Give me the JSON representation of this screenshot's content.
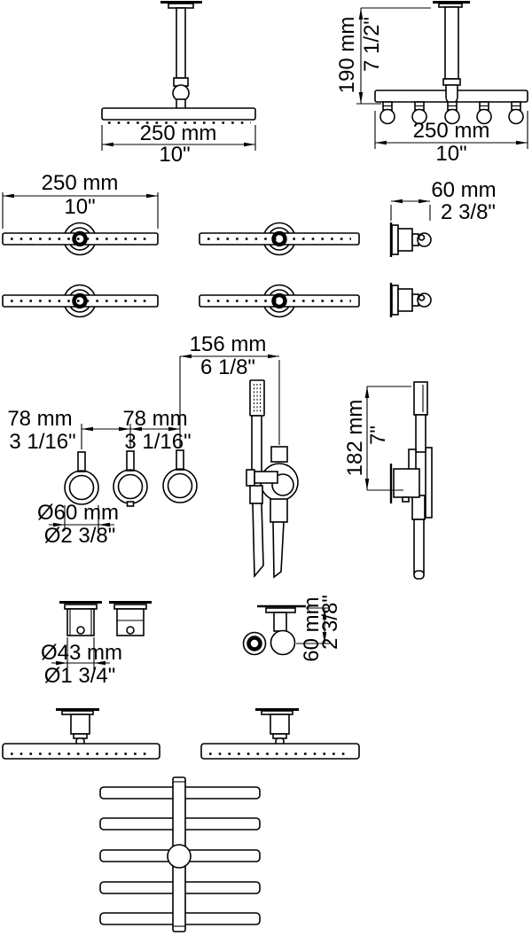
{
  "document": {
    "type": "technical-dimension-drawing",
    "subject": "shower system components",
    "background_color": "#ffffff",
    "line_color": "#000000"
  },
  "figures": {
    "ceiling_showerhead_front": {
      "width_mm": "250 mm",
      "width_in": "10\""
    },
    "ceiling_multijet_front": {
      "height_mm": "190 mm",
      "height_in": "7 1/2\"",
      "width_mm": "250 mm",
      "width_in": "10\""
    },
    "showerhead_side": {
      "width_mm": "250 mm",
      "width_in": "10\""
    },
    "valve_side": {
      "depth_mm": "60 mm",
      "depth_in": "2 3/8\""
    },
    "handshower_front": {
      "offset_mm": "156 mm",
      "offset_in": "6 1/8\""
    },
    "handles_front": {
      "spacing1_mm": "78 mm",
      "spacing1_in": "3 1/16\"",
      "spacing2_mm": "78 mm",
      "spacing2_in": "3 1/16\"",
      "diameter_mm": "Ø60 mm",
      "diameter_in": "Ø2 3/8\""
    },
    "handshower_side": {
      "height_mm": "182 mm",
      "height_in": "7\""
    },
    "bodyjet_front": {
      "diameter_mm": "Ø43 mm",
      "diameter_in": "Ø1 3/4\""
    },
    "bodyjet_side": {
      "drop_mm": "60 mm",
      "drop_in": "2 3/8\""
    }
  }
}
